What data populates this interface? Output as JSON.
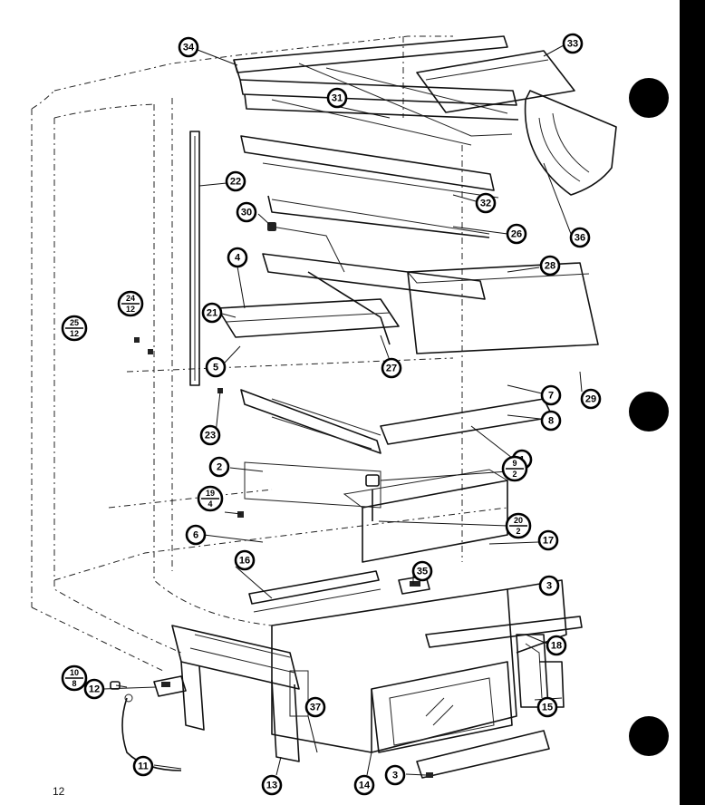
{
  "page": {
    "number": "12",
    "caption": "",
    "colors": {
      "ink": "#000000",
      "paper": "#ffffff",
      "binder_bar": "#000000"
    }
  },
  "callouts": [
    {
      "id": "c34",
      "label": "34"
    },
    {
      "id": "c33",
      "label": "33"
    },
    {
      "id": "c31",
      "label": "31"
    },
    {
      "id": "c22",
      "label": "22"
    },
    {
      "id": "c32",
      "label": "32"
    },
    {
      "id": "c30",
      "label": "30"
    },
    {
      "id": "c26",
      "label": "26"
    },
    {
      "id": "c36",
      "label": "36"
    },
    {
      "id": "c4",
      "label": "4"
    },
    {
      "id": "c28",
      "label": "28"
    },
    {
      "id": "c21",
      "label": "21"
    },
    {
      "id": "c5",
      "label": "5"
    },
    {
      "id": "c27",
      "label": "27"
    },
    {
      "id": "c7",
      "label": "7"
    },
    {
      "id": "c29",
      "label": "29"
    },
    {
      "id": "c23",
      "label": "23"
    },
    {
      "id": "c8",
      "label": "8"
    },
    {
      "id": "c1",
      "label": "1"
    },
    {
      "id": "c2",
      "label": "2"
    },
    {
      "id": "c6",
      "label": "6"
    },
    {
      "id": "c17",
      "label": "17"
    },
    {
      "id": "c16",
      "label": "16"
    },
    {
      "id": "c35",
      "label": "35"
    },
    {
      "id": "c3a",
      "label": "3"
    },
    {
      "id": "c18",
      "label": "18"
    },
    {
      "id": "c12",
      "label": "12"
    },
    {
      "id": "c15",
      "label": "15"
    },
    {
      "id": "c37",
      "label": "37"
    },
    {
      "id": "c11",
      "label": "11"
    },
    {
      "id": "c13",
      "label": "13"
    },
    {
      "id": "c14",
      "label": "14"
    },
    {
      "id": "c3b",
      "label": "3"
    }
  ],
  "fraction_callouts": [
    {
      "id": "f24",
      "top": "24",
      "bottom": "12"
    },
    {
      "id": "f25",
      "top": "25",
      "bottom": "12"
    },
    {
      "id": "f9",
      "top": "9",
      "bottom": "2"
    },
    {
      "id": "f19",
      "top": "19",
      "bottom": "4"
    },
    {
      "id": "f20",
      "top": "20",
      "bottom": "2"
    },
    {
      "id": "f10",
      "top": "10",
      "bottom": "8"
    }
  ]
}
